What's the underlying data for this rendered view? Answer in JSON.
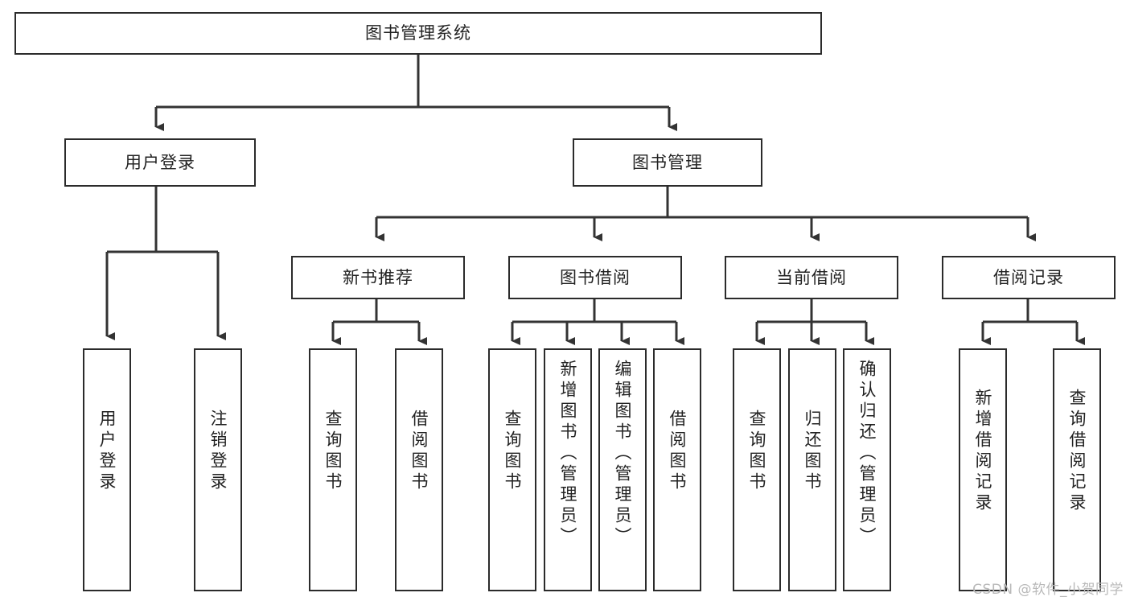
{
  "diagram": {
    "title": "图书管理系统",
    "type": "tree",
    "watermark": "CSDN @软件_小贺同学",
    "colors": {
      "box_border": "#2b2b2b",
      "box_fill": "#ffffff",
      "connector": "#333333",
      "text": "#222222",
      "watermark": "#b9b9b9"
    },
    "nodes": {
      "root": {
        "label": "图书管理系统"
      },
      "level2": [
        {
          "id": "user-login",
          "label": "用户登录"
        },
        {
          "id": "book-manage",
          "label": "图书管理"
        }
      ],
      "level3": [
        {
          "id": "new-book-recommend",
          "label": "新书推荐"
        },
        {
          "id": "book-borrow",
          "label": "图书借阅"
        },
        {
          "id": "current-borrow",
          "label": "当前借阅"
        },
        {
          "id": "borrow-record",
          "label": "借阅记录"
        }
      ],
      "leaves": {
        "user-login": [
          {
            "id": "leaf-user-login",
            "label": "用户登录"
          },
          {
            "id": "leaf-logout",
            "label": "注销登录"
          }
        ],
        "new-book-recommend": [
          {
            "id": "leaf-query-book-1",
            "label": "查询图书"
          },
          {
            "id": "leaf-borrow-book-1",
            "label": "借阅图书"
          }
        ],
        "book-borrow": [
          {
            "id": "leaf-query-book-2",
            "label": "查询图书"
          },
          {
            "id": "leaf-add-book",
            "label": "新增图书（管理员）"
          },
          {
            "id": "leaf-edit-book",
            "label": "编辑图书（管理员）"
          },
          {
            "id": "leaf-borrow-book-2",
            "label": "借阅图书"
          }
        ],
        "current-borrow": [
          {
            "id": "leaf-query-book-3",
            "label": "查询图书"
          },
          {
            "id": "leaf-return-book",
            "label": "归还图书"
          },
          {
            "id": "leaf-confirm-return",
            "label": "确认归还（管理员）"
          }
        ],
        "borrow-record": [
          {
            "id": "leaf-add-record",
            "label": "新增借阅记录"
          },
          {
            "id": "leaf-query-record",
            "label": "查询借阅记录"
          }
        ]
      }
    }
  }
}
